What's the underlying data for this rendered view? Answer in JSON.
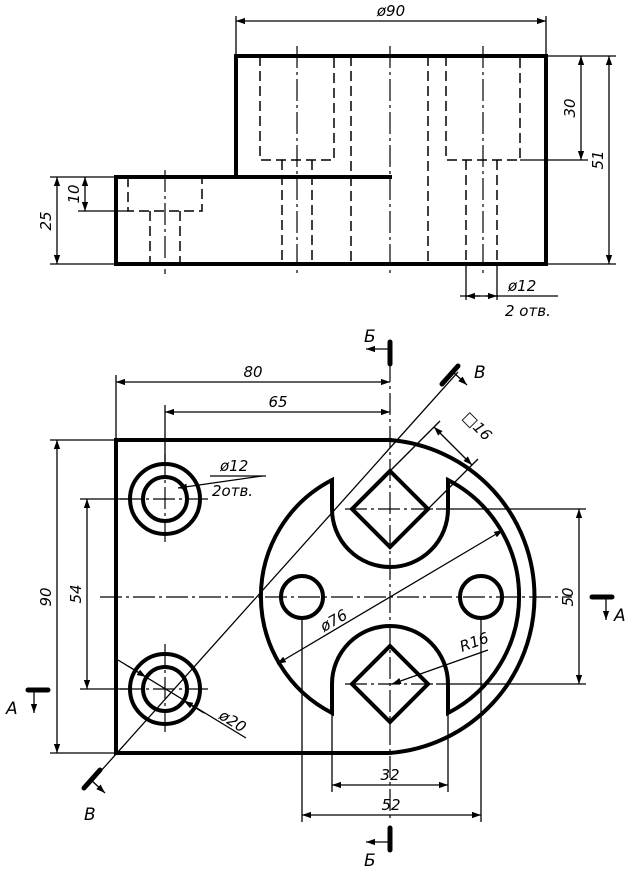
{
  "colors": {
    "line": "#000000",
    "background": "#ffffff"
  },
  "front_view": {
    "dims": {
      "d90": "ø90",
      "d30": "30",
      "d51": "51",
      "d25": "25",
      "d10": "10",
      "d12": "ø12",
      "holes": "2 отв."
    }
  },
  "top_view": {
    "dims": {
      "d80": "80",
      "d65": "65",
      "d90": "90",
      "d54": "54",
      "d12": "ø12",
      "holes": "2отв.",
      "d20": "ø20",
      "d16": "□16",
      "d76": "ø76",
      "r16": "R16",
      "d50": "50",
      "d32": "32",
      "d52": "52"
    },
    "sections": {
      "a_right": "А",
      "a_left": "А",
      "b_top": "Б",
      "b_bottom": "Б",
      "v_top": "В",
      "v_bottom": "В"
    }
  }
}
